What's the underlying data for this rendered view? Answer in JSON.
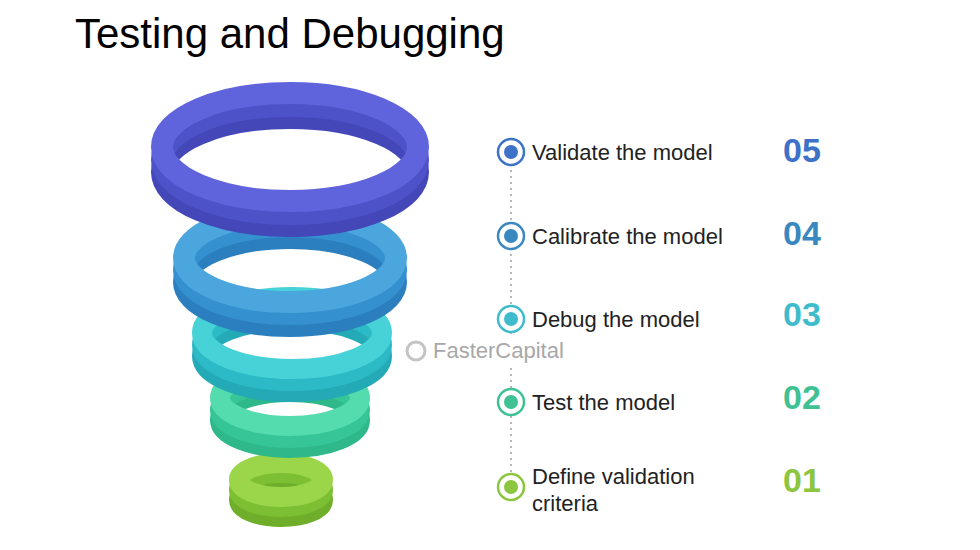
{
  "diagram": {
    "title": "Testing and Debugging",
    "labels": [
      "Validate the model",
      "05",
      "Calibrate the model",
      "04",
      "FasterCapital",
      "Debug the model",
      "03",
      "Test the model",
      "02",
      "Define validation criteria",
      "01"
    ]
  }
}
